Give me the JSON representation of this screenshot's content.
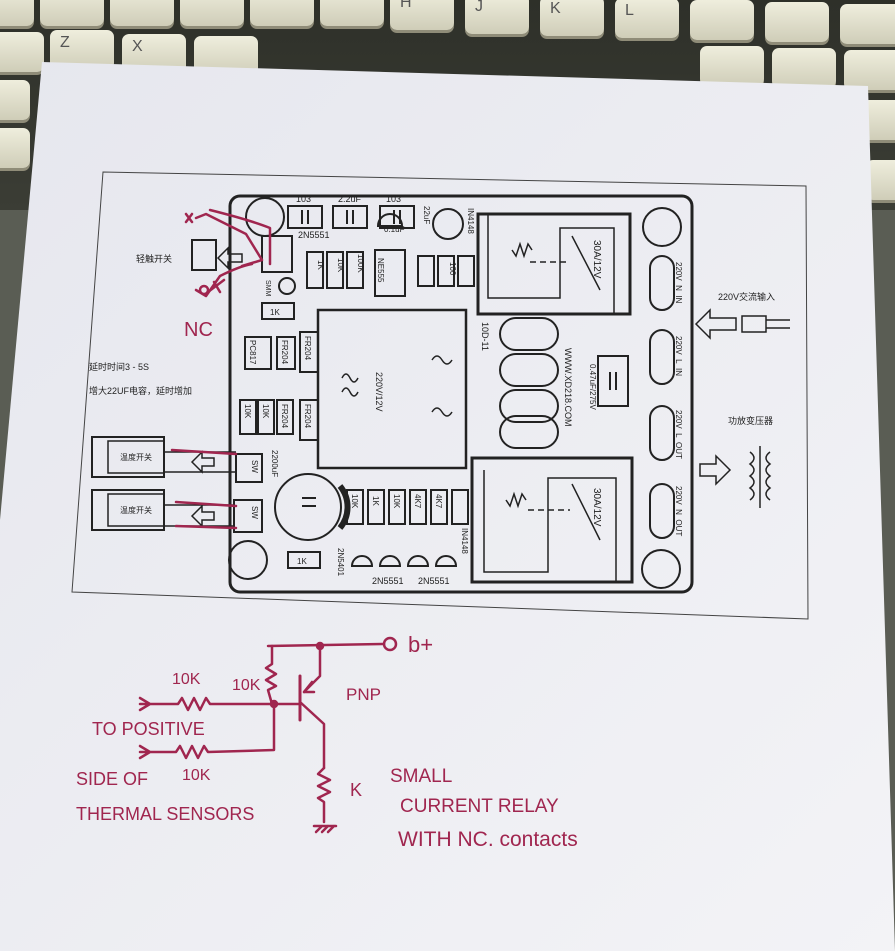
{
  "keyboard": {
    "keys": [
      "Z",
      "X",
      "H",
      "J",
      "K",
      "L"
    ]
  },
  "pcb": {
    "cap_labels": [
      "103",
      "2.2uF",
      "103"
    ],
    "transistor_top": "2N5551",
    "diode_top": "IN4148",
    "cap_small": "22uF",
    "cap_01": "0.1uF",
    "tactile_switch": "轻触开关",
    "nc_mark": "NC",
    "delay_line1": "延时时间3 - 5S",
    "delay_line2": "增大22UF电容，延时增加",
    "relay_top": "30A/12V",
    "relay_bottom": "30A/12V",
    "ac_input": "220V交流输入",
    "transformer": "功放变压器",
    "temp_switch": "温度开关",
    "sw": "SW",
    "ne555": "NE555",
    "pc817": "PC817",
    "smd": "SMM",
    "r1k": "1K",
    "r10k": "10K",
    "r100k": "100K",
    "r4k7": "4K7",
    "r100": "100",
    "fr204": "FR204",
    "transformer_center": "220V/12V",
    "cap_big": "2200uF",
    "cap_x": "0.47uF/275V",
    "website": "WWW.XD218.COM",
    "varistor": "10D-11",
    "term_l_in": "220V_L_IN",
    "term_n_in": "220V_N_IN",
    "term_l_out": "220V_L_OUT",
    "term_n_out": "220V_N_OUT",
    "transistor_left": "2N5401",
    "transistor_bottom": "2N5551",
    "diode_bottom": "IN4148"
  },
  "handwritten": {
    "b_plus": "b+",
    "r_top_left": "10K",
    "r_top_mid": "10K",
    "pnp": "PNP",
    "to_positive": "TO POSITIVE",
    "side_of": "SIDE OF",
    "r_bottom": "10K",
    "k": "K",
    "thermal": "THERMAL SENSORS",
    "small": "SMALL",
    "current_relay": "CURRENT RELAY",
    "with_nc": "WITH NC. contacts"
  },
  "colors": {
    "ink": "#a0264f",
    "print": "#222222",
    "paper": "#eeeef2"
  }
}
